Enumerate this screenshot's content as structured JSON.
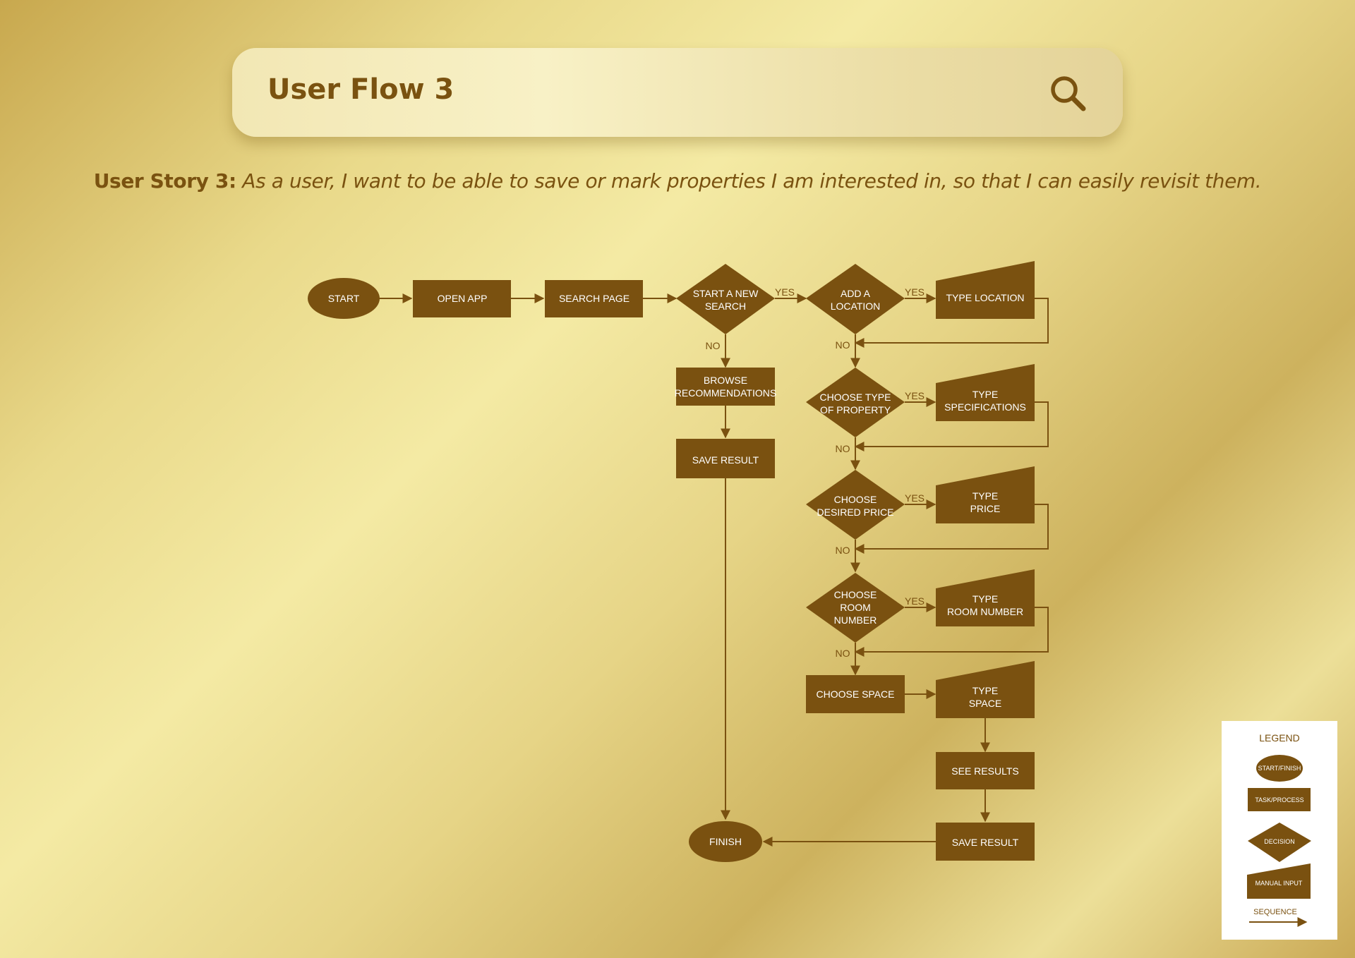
{
  "header": {
    "title": "User Flow 3",
    "icon": "search-icon"
  },
  "story": {
    "label": "User Story 3:",
    "text": "As a user, I want to be able to save or mark properties I am interested in, so that I can easily revisit them."
  },
  "nodes": {
    "start": [
      "START"
    ],
    "open_app": [
      "OPEN APP"
    ],
    "search_page": [
      "SEARCH PAGE"
    ],
    "new_search": [
      "START A NEW",
      "SEARCH"
    ],
    "add_location": [
      "ADD A",
      "LOCATION"
    ],
    "type_location": [
      "TYPE LOCATION"
    ],
    "browse": [
      "BROWSE",
      "RECOMMENDATIONS"
    ],
    "save_result_left": [
      "SAVE RESULT"
    ],
    "choose_type": [
      "CHOOSE TYPE",
      "OF PROPERTY"
    ],
    "type_specs": [
      "TYPE",
      "SPECIFICATIONS"
    ],
    "choose_price": [
      "CHOOSE",
      "DESIRED PRICE"
    ],
    "type_price": [
      "TYPE",
      "PRICE"
    ],
    "choose_room": [
      "CHOOSE",
      "ROOM",
      "NUMBER"
    ],
    "type_room": [
      "TYPE",
      "ROOM NUMBER"
    ],
    "choose_space": [
      "CHOOSE SPACE"
    ],
    "type_space": [
      "TYPE",
      "SPACE"
    ],
    "see_results": [
      "SEE RESULTS"
    ],
    "save_result_right": [
      "SAVE RESULT"
    ],
    "finish": [
      "FINISH"
    ]
  },
  "edge_labels": {
    "yes": "YES",
    "no": "NO"
  },
  "legend": {
    "title": "LEGEND",
    "start_finish": "START/FINISH",
    "task_process": "TASK/PROCESS",
    "decision": "DECISION",
    "manual_input": "MANUAL INPUT",
    "sequence": "SEQUENCE"
  },
  "colors": {
    "shape": "#7a5110",
    "text": "#7a5210"
  }
}
